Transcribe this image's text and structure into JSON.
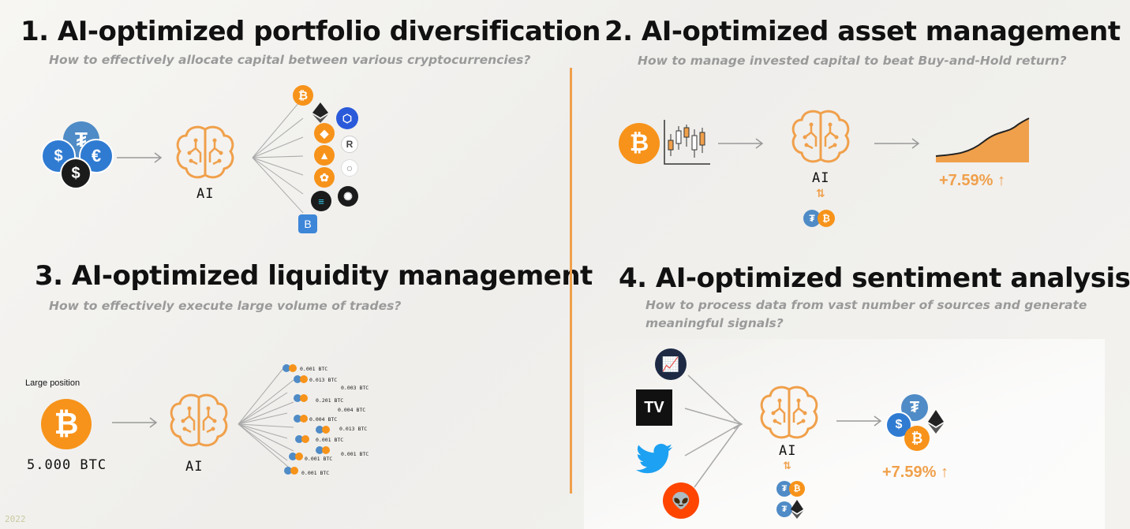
{
  "sections": [
    {
      "title": "1. AI-optimized portfolio diversification",
      "subtitle": "How to effectively allocate capital between various cryptocurrencies?"
    },
    {
      "title": "2. AI-optimized asset management",
      "subtitle": "How to manage invested capital to beat Buy-and-Hold return?"
    },
    {
      "title": "3. AI-optimized liquidity management",
      "subtitle": "How to effectively execute large volume of trades?"
    },
    {
      "title": "4. AI-optimized sentiment analysis",
      "subtitle_line1": "How to process data from vast number of sources and generate",
      "subtitle_line2": "meaningful signals?"
    }
  ],
  "ai_label": "AI",
  "gain_label": "+7.59% ↑",
  "liquidity": {
    "position_label": "Large position",
    "position_value": "5.000 BTC",
    "trades": [
      "0.001 BTC",
      "0.013 BTC",
      "0.003 BTC",
      "0.201 BTC",
      "0.004 BTC",
      "0.004 BTC",
      "0.013 BTC",
      "0.001 BTC",
      "0.001 BTC",
      "0.001 BTC",
      "0.001 BTC"
    ]
  },
  "year": "2022",
  "colors": {
    "accent": "#f0a04b",
    "btc": "#f7931a",
    "usdt": "#4f8bc6"
  }
}
